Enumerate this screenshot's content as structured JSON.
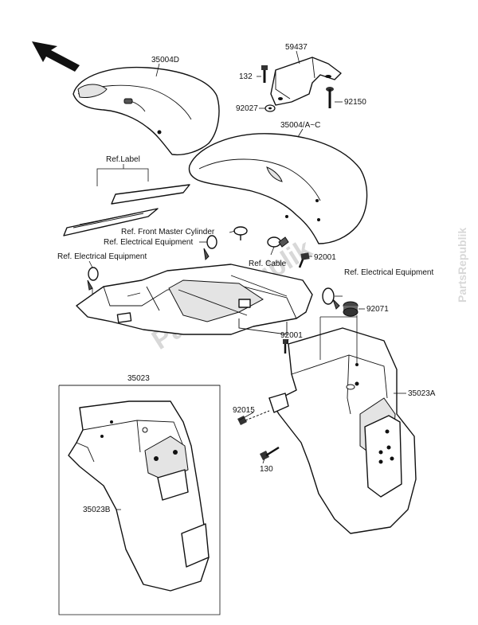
{
  "labels": {
    "p35004D": "35004D",
    "p59437": "59437",
    "p132": "132",
    "p92027": "92027",
    "p92150": "92150",
    "p35004AC": "35004/A~C",
    "ref_label": "Ref.Label",
    "ref_front_master": "Ref. Front Master Cylinder",
    "ref_elec_1": "Ref. Electrical Equipment",
    "ref_elec_2": "Ref. Electrical Equipment",
    "ref_elec_3": "Ref. Electrical Equipment",
    "ref_cable": "Ref. Cable",
    "p92001_a": "92001",
    "p92001_b": "92001",
    "p92071": "92071",
    "p35023": "35023",
    "p35023A": "35023A",
    "p92015": "92015",
    "p130": "130",
    "p35023B": "35023B"
  },
  "watermark": {
    "main": "PartsRepublik",
    "side": "PartsRepublik"
  },
  "icons": {
    "direction_arrow": "direction-arrow-icon"
  }
}
